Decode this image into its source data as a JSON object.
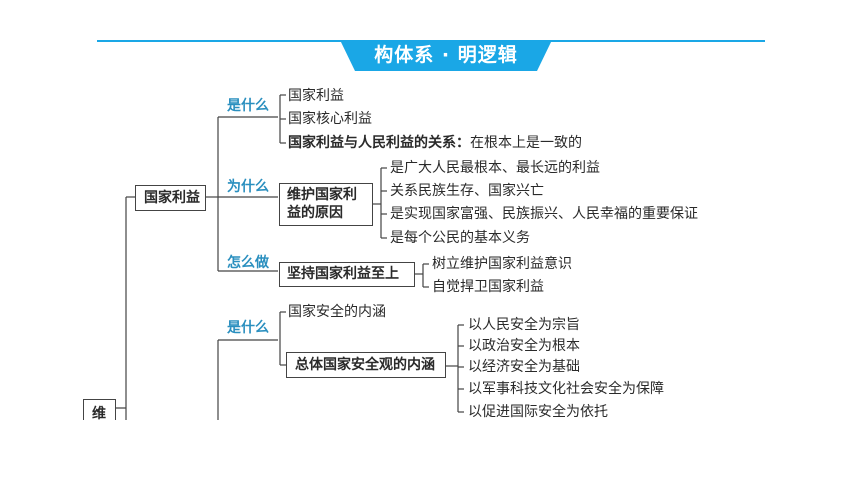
{
  "header": {
    "title": "构体系 · 明逻辑"
  },
  "root": {
    "label": "维"
  },
  "node1": {
    "label": "国家利益",
    "what": {
      "label": "是什么",
      "items": [
        "国家利益",
        "国家核心利益"
      ],
      "relation_label": "国家利益与人民利益的关系：",
      "relation_text": "在根本上是一致的"
    },
    "why": {
      "label": "为什么",
      "box_line1": "维护国家利",
      "box_line2": "益的原因",
      "items": [
        "是广大人民最根本、最长远的利益",
        "关系民族生存、国家兴亡",
        "是实现国家富强、民族振兴、人民幸福的重要保证",
        "是每个公民的基本义务"
      ]
    },
    "how": {
      "label": "怎么做",
      "box": "坚持国家利益至上",
      "items": [
        "树立维护国家利益意识",
        "自觉捍卫国家利益"
      ]
    }
  },
  "node2": {
    "what": {
      "label": "是什么",
      "item1": "国家安全的内涵",
      "box": "总体国家安全观的内涵",
      "items": [
        "以人民安全为宗旨",
        "以政治安全为根本",
        "以经济安全为基础",
        "以军事科技文化社会安全为保障",
        "以促进国际安全为依托"
      ]
    }
  }
}
